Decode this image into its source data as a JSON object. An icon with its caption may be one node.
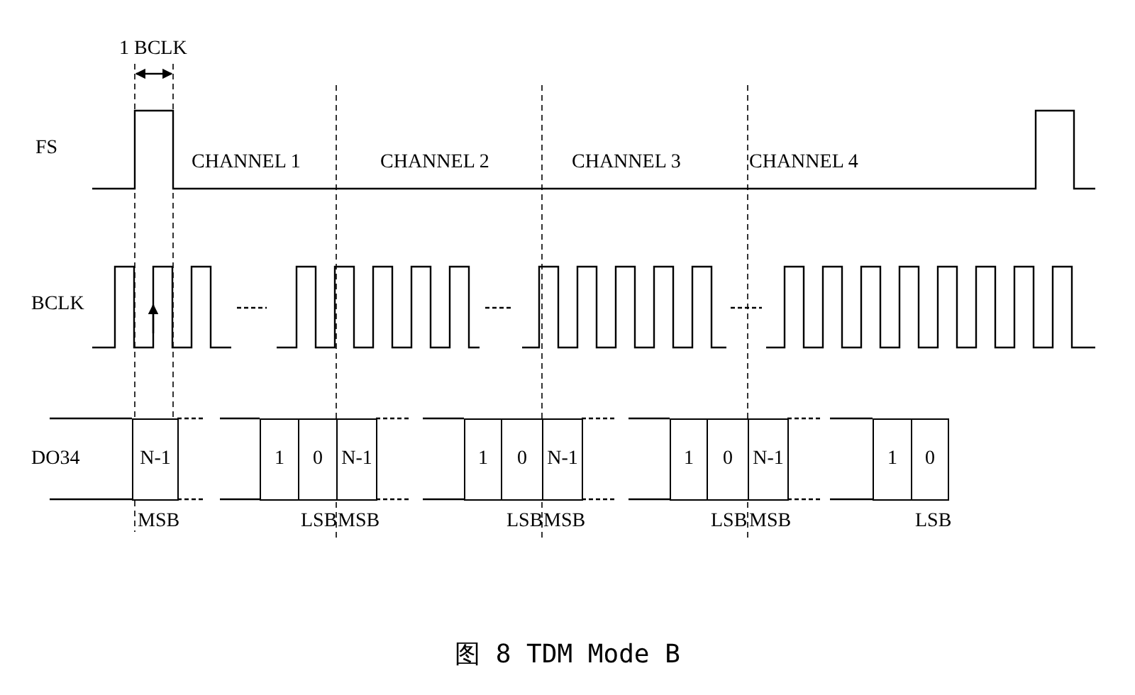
{
  "diagram": {
    "caption": "图 8 TDM Mode B",
    "nodes": [
      {
        "text": [
          "N-1"
        ]
      },
      {
        "text": [
          "1"
        ]
      },
      {
        "text": [
          "0"
        ]
      },
      {
        "text": [
          "N-1"
        ]
      },
      {
        "text": [
          "1"
        ]
      },
      {
        "text": [
          "0"
        ]
      },
      {
        "text": [
          "N-1"
        ]
      },
      {
        "text": [
          "1"
        ]
      },
      {
        "text": [
          "0"
        ]
      },
      {
        "text": [
          "N-1"
        ]
      },
      {
        "text": [
          "1"
        ]
      },
      {
        "text": [
          "0"
        ]
      }
    ],
    "edges": [],
    "labels": [
      "1 BCLK",
      "FS",
      "CHANNEL 1",
      "CHANNEL 2",
      "CHANNEL 3",
      "CHANNEL 4",
      "BCLK",
      "DO34",
      "MSB",
      "LSB",
      "MSB",
      "LSB",
      "MSB",
      "LSB",
      "MSB",
      "LSB"
    ]
  }
}
